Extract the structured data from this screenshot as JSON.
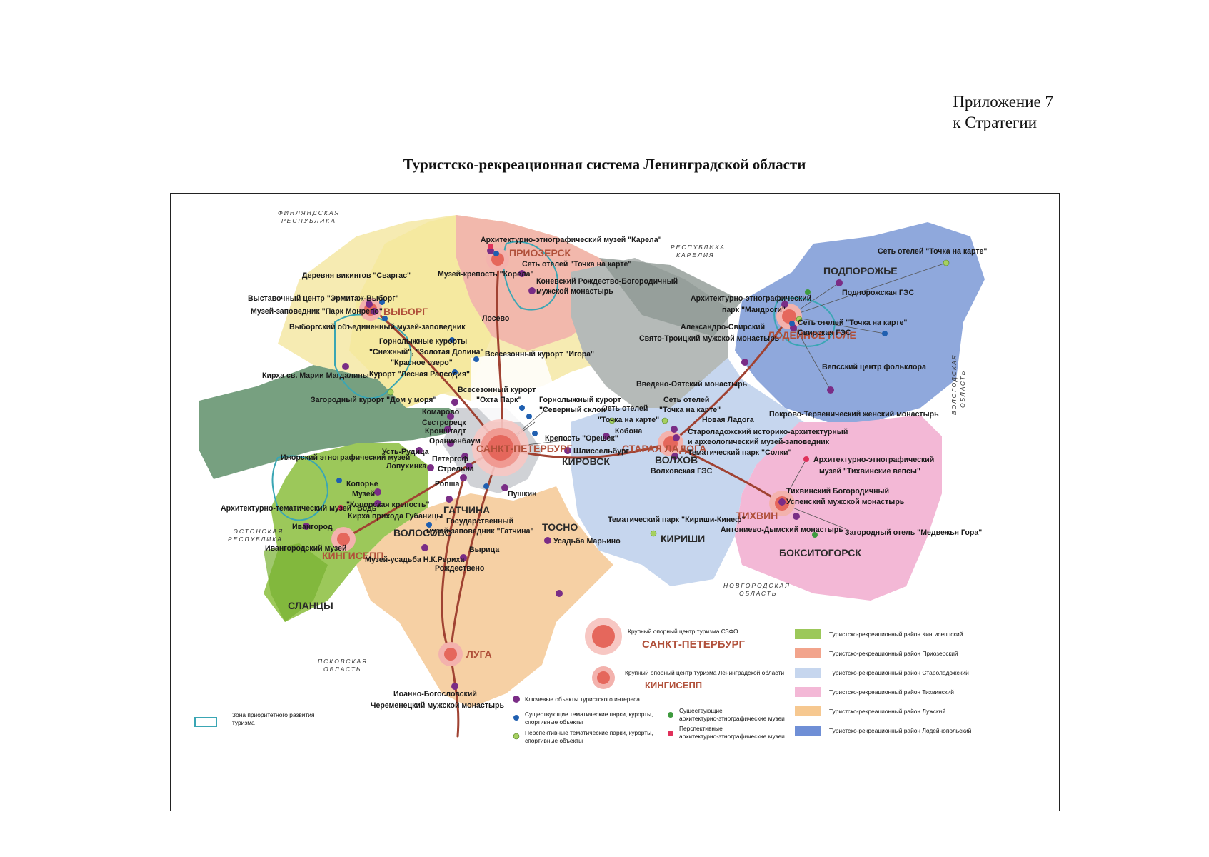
{
  "header": {
    "appendix_line1": "Приложение 7",
    "appendix_line2": "к Стратегии",
    "title": "Туристско-рекреационная система Ленинградской области"
  },
  "colors": {
    "kingisepp": "#9cc85a",
    "priozersk": "#f2b8ac",
    "staraya_ladoga": "#c6d6ee",
    "tikhvin": "#f3b8d6",
    "luga": "#f6d0a4",
    "lodeynoe_pole": "#8fa8dc",
    "route": "#a04232",
    "key_object": "#7a2d86",
    "existing_park": "#1f5fb0",
    "future_park": "#a6d060",
    "existing_museum": "#3e9a3e",
    "future_museum": "#e0305a"
  },
  "neighbors": {
    "finland_1": "ФИНЛЯНДСКАЯ",
    "finland_2": "РЕСПУБЛИКА",
    "karelia_1": "РЕСПУБЛИКА",
    "karelia_2": "КАРЕЛИЯ",
    "estonia_1": "ЭСТОНСКАЯ",
    "estonia_2": "РЕСПУБЛИКА",
    "pskov_1": "ПСКОВСКАЯ",
    "pskov_2": "ОБЛАСТЬ",
    "novgorod_1": "НОВГОРОДСКАЯ",
    "novgorod_2": "ОБЛАСТЬ",
    "vologda_1": "ВОЛОГОДСКАЯ",
    "vologda_2": "ОБЛАСТЬ"
  },
  "cities": {
    "spb": "САНКТ-ПЕТЕРБУРГ",
    "vyborg": "ВЫБОРГ",
    "priozersk": "ПРИОЗЕРСК",
    "lodeynoe_pole": "ЛОДЕЙНОЕ ПОЛЕ",
    "podporozhye": "ПОДПОРОЖЬЕ",
    "staraya_ladoga": "СТАРАЯ ЛАДОГА",
    "volkhov": "ВОЛХОВ",
    "kirishi": "КИРИШИ",
    "tikhvin": "ТИХВИН",
    "boksitogorsk": "БОКСИТОГОРСК",
    "kirovsk": "КИРОВСК",
    "tosno": "ТОСНО",
    "gatchina": "ГАТЧИНА",
    "volosovo": "ВОЛОСОВО",
    "kingisepp": "КИНГИСЕПП",
    "slantsy": "СЛАНЦЫ",
    "luga": "ЛУГА"
  },
  "places": {
    "karela_museum": "Архитектурно-этнографический музей \"Карела\"",
    "hotels_priozersk": "Сеть отелей \"Точка на карте\"",
    "korela_fortress": "Музей-крепость \"Корела\"",
    "konevsky_1": "Коневский Рождество-Богородичный",
    "konevsky_2": "мужской монастырь",
    "losevo": "Лосево",
    "vikings": "Деревня викингов \"Сваргас\"",
    "hermitage_vyborg": "Выставочный центр \"Эрмитаж-Выборг\"",
    "monrepo": "Музей-заповедник \"Парк Монрепо\"",
    "vyborg_museum": "Выборгский объединенный музей-заповедник",
    "ski_resorts_1": "Горнолыжные курорты",
    "ski_resorts_2": "\"Снежный\", \"Золотая Долина\"",
    "krasnoe_ozero": "\"Красное озеро\"",
    "kirkha_mm": "Кирха св. Марии Магдалины",
    "lesnaya_rapsodia": "Курорт \"Лесная Рапсодия\"",
    "dom_u_morya": "Загородный курорт \"Дом у моря\"",
    "igora": "Всесезонный курорт \"Игора\"",
    "okhta_park_1": "Всесезонный курорт",
    "okhta_park_2": "\"Охта Парк\"",
    "severny_sklon_1": "Горнолыжный курорт",
    "severny_sklon_2": "\"Северный склон\"",
    "komarovo": "Комарово",
    "sestroretsk": "Сестрорецк",
    "kronshtadt": "Кронштадт",
    "oranienbaum": "Ораниенбаум",
    "ust_ruditsa": "Усть-Рудица",
    "lopukhinka": "Лопухинка",
    "peterhof": "Петергоф",
    "strelna": "Стрельна",
    "ropsha": "Ропша",
    "pushkin": "Пушкин",
    "izhora_museum": "Ижорский этнографический музей",
    "koporye": "Копорье",
    "museum": "Музей",
    "koporye_fortress": "\"Копорская крепость\"",
    "vod_museum": "Архитектурно-тематический музей \"Водь\"",
    "kirkha_gubanitsy": "Кирха прихода Губаницы",
    "ivangorod": "Ивангород",
    "ivangorod_museum": "Ивангородский музей",
    "gatchina_1": "Государственный",
    "gatchina_2": "музей-заповедник \"Гатчина\"",
    "roerich": "Музей-усадьба Н.К.Рериха",
    "siverskaya": "Вырица",
    "rozhdestveno": "Рождествено",
    "marino": "Усадьба Марьино",
    "oreshek": "Крепость \"Орешек\"",
    "shlisselburg": "Шлиссельбург",
    "hotels_kobona_1": "Сеть отелей",
    "hotels_kobona_2": "\"Точка на карте\"",
    "kobona": "Кобона",
    "hotels_ladoga_1": "Сеть отелей",
    "hotels_ladoga_2": "\"Точка на карте\"",
    "novaya_ladoga": "Новая Ладога",
    "staraya_ladoga_museum_1": "Староладожский историко-архитектурный",
    "staraya_ladoga_museum_2": "и археологический музей-заповедник",
    "solki": "Тематический парк \"Солки\"",
    "volkhov_ges": "Волховская ГЭС",
    "kirishi_park": "Тематический парк \"Кириши-Кинеф\"",
    "mandrogi_1": "Архитектурно-этнографический",
    "mandrogi_2": "парк \"Мандроги\"",
    "aleksandro_svirsky": "Александро-Свирский",
    "svyato_troitsky": "Свято-Троицкий мужской монастырь",
    "hotels_lp": "Сеть отелей \"Точка на карте\"",
    "svirskaya_ges": "Свирская ГЭС",
    "hotels_podp": "Сеть отелей \"Точка на карте\"",
    "podp_ges": "Подпорожская ГЭС",
    "veps_center": "Вепсский центр фольклора",
    "vvedeno_oyatsky": "Введено-Оятский монастырь",
    "pokrovo_terv": "Покрово-Тервенический женский монастырь",
    "tikhvin_vepsy_1": "Архитектурно-этнографический",
    "tikhvin_vepsy_2": "музей \"Тихвинские вепсы\"",
    "tikhvin_monastery_1": "Тихвинский Богородичный",
    "tikhvin_monastery_2": "Успенский мужской монастырь",
    "antonievo": "Антониево-Дымский монастырь",
    "medvezhya_gora": "Загородный отель \"Медвежья Гора\"",
    "cheremenets_1": "Иоанно-Богословский",
    "cheremenets_2": "Череменецкий мужской монастырь"
  },
  "legend": {
    "big_center_label": "Крупный опорный центр туризма СЗФО",
    "big_center_city": "САНКТ-ПЕТЕРБУРГ",
    "center_label": "Крупный опорный центр туризма Ленинградской области",
    "center_city": "КИНГИСЕПП",
    "key_objects": "Ключевые объекты туристского интереса",
    "existing_parks_1": "Существующие тематические парки, курорты,",
    "existing_parks_2": "спортивные объекты",
    "future_parks_1": "Перспективные тематические парки, курорты,",
    "future_parks_2": "спортивные объекты",
    "existing_museums_1": "Существующие",
    "existing_museums_2": "архитектурно-этнографические музеи",
    "future_museums_1": "Перспективные",
    "future_museums_2": "архитектурно-этнографические музеи",
    "priority_zone_1": "Зона приоритетного развития",
    "priority_zone_2": "туризма",
    "districts": [
      "Туристско-рекреационный район Кингисеппский",
      "Туристско-рекреационный район Приозерский",
      "Туристско-рекреационный район Староладожский",
      "Туристско-рекреационный район Тихвинский",
      "Туристско-рекреационный район Лужский",
      "Туристско-рекреационный район Лодейнопольский"
    ]
  }
}
